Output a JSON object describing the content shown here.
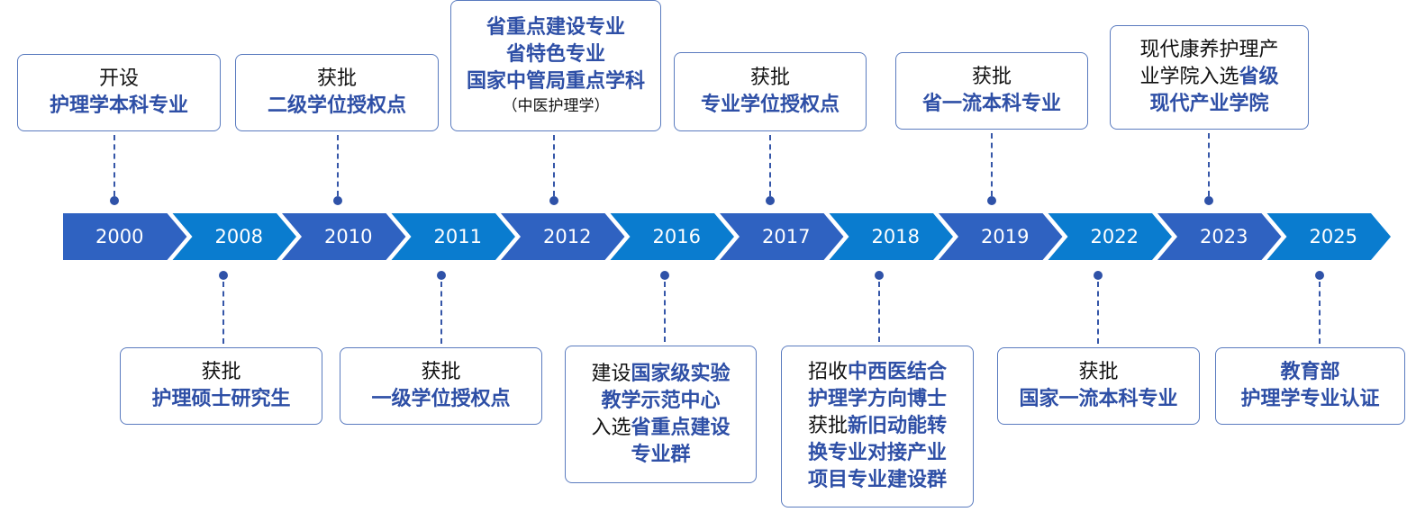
{
  "colors": {
    "dark": "#2f62c1",
    "light": "#0a7ccf",
    "highlight": "#2e4fa6"
  },
  "years": [
    "2000",
    "2008",
    "2010",
    "2011",
    "2012",
    "2016",
    "2017",
    "2018",
    "2019",
    "2022",
    "2023",
    "2025"
  ],
  "events": [
    {
      "year": "2000",
      "pos": "top",
      "lines": [
        [
          {
            "t": "开设"
          }
        ],
        [
          {
            "t": "护理学本科专业",
            "hl": true
          }
        ]
      ]
    },
    {
      "year": "2008",
      "pos": "bottom",
      "lines": [
        [
          {
            "t": "获批"
          }
        ],
        [
          {
            "t": "护理硕士研究生",
            "hl": true
          }
        ]
      ]
    },
    {
      "year": "2010",
      "pos": "top",
      "lines": [
        [
          {
            "t": "获批"
          }
        ],
        [
          {
            "t": "二级学位授权点",
            "hl": true
          }
        ]
      ]
    },
    {
      "year": "2011",
      "pos": "bottom",
      "lines": [
        [
          {
            "t": "获批"
          }
        ],
        [
          {
            "t": "一级学位授权点",
            "hl": true
          }
        ]
      ]
    },
    {
      "year": "2012",
      "pos": "top",
      "lines": [
        [
          {
            "t": "省重点建设专业",
            "hl": true
          }
        ],
        [
          {
            "t": "省特色专业",
            "hl": true
          }
        ],
        [
          {
            "t": "国家中管局重点学科",
            "hl": true
          }
        ],
        [
          {
            "t": "（中医护理学）",
            "small": true
          }
        ]
      ]
    },
    {
      "year": "2016",
      "pos": "bottom",
      "lines": [
        [
          {
            "t": "建设"
          },
          {
            "t": "国家级实验",
            "hl": true
          }
        ],
        [
          {
            "t": "教学示范中心",
            "hl": true
          }
        ],
        [
          {
            "t": "入选"
          },
          {
            "t": "省重点建设",
            "hl": true
          }
        ],
        [
          {
            "t": "专业群",
            "hl": true
          }
        ]
      ]
    },
    {
      "year": "2017",
      "pos": "top",
      "lines": [
        [
          {
            "t": "获批"
          }
        ],
        [
          {
            "t": "专业学位授权点",
            "hl": true
          }
        ]
      ]
    },
    {
      "year": "2018",
      "pos": "bottom",
      "lines": [
        [
          {
            "t": "招收"
          },
          {
            "t": "中西医结合",
            "hl": true
          }
        ],
        [
          {
            "t": "护理学方向博士",
            "hl": true
          }
        ],
        [
          {
            "t": "获批"
          },
          {
            "t": "新旧动能转",
            "hl": true
          }
        ],
        [
          {
            "t": "换专业对接产业",
            "hl": true
          }
        ],
        [
          {
            "t": "项目专业建设群",
            "hl": true
          }
        ]
      ]
    },
    {
      "year": "2019",
      "pos": "top",
      "lines": [
        [
          {
            "t": "获批"
          }
        ],
        [
          {
            "t": "省一流本科专业",
            "hl": true
          }
        ]
      ]
    },
    {
      "year": "2022",
      "pos": "bottom",
      "lines": [
        [
          {
            "t": "获批"
          }
        ],
        [
          {
            "t": "国家一流本科专业",
            "hl": true
          }
        ]
      ]
    },
    {
      "year": "2023",
      "pos": "top",
      "lines": [
        [
          {
            "t": "现代康养护理产"
          }
        ],
        [
          {
            "t": "业学院入选"
          },
          {
            "t": "省级",
            "hl": true
          }
        ],
        [
          {
            "t": "现代产业学院",
            "hl": true
          }
        ]
      ]
    },
    {
      "year": "2025",
      "pos": "bottom",
      "lines": [
        [
          {
            "t": "教育部",
            "hl": true
          }
        ],
        [
          {
            "t": "护理学专业认证",
            "hl": true
          }
        ]
      ]
    }
  ]
}
